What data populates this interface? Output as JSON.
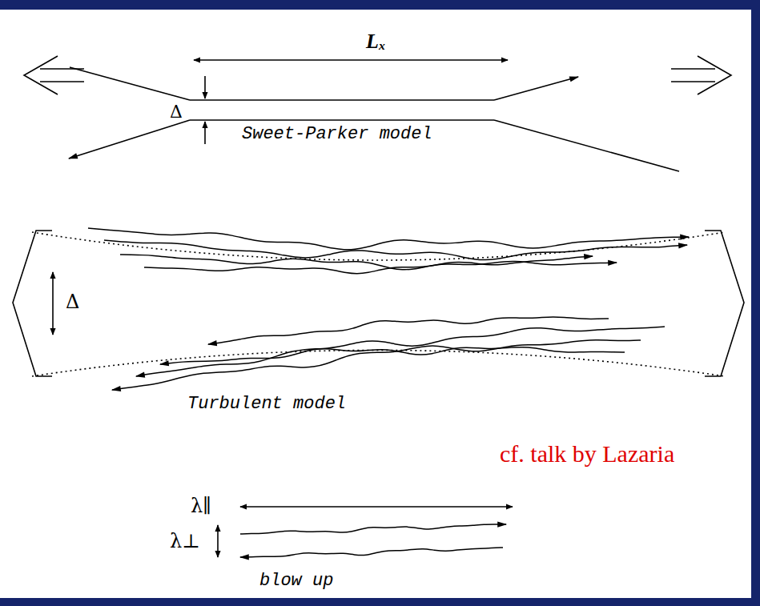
{
  "diagram": {
    "labels": [
      "Lₓ",
      "Δ",
      "Sweet-Parker model",
      "Δ",
      "Turbulent model",
      "cf. talk by Lazaria",
      "λ∥",
      "λ⊥",
      "blow up"
    ]
  }
}
